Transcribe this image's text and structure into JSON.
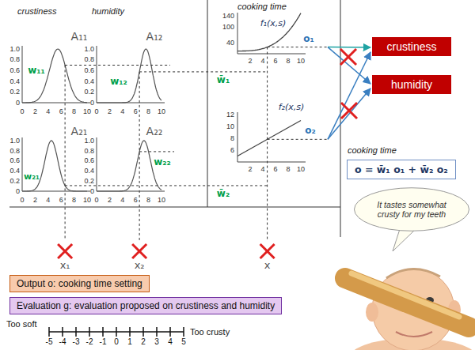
{
  "diagram": {
    "nodes": [
      {
        "text": [
          "crustiness"
        ]
      },
      {
        "text": [
          "humidity"
        ]
      },
      {
        "text": [
          "cooking time",
          "o = w̄₁ o₁ + w̄₂ o₂"
        ]
      },
      {
        "text": [
          "It tastes somewhat crusty for my teeth"
        ]
      },
      {
        "text": [
          "Output o: cooking time setting"
        ]
      },
      {
        "text": [
          "Evaluation g: evaluation proposed on crustiness and humidity"
        ]
      }
    ],
    "labels": [
      "crustiness",
      "humidity",
      "cooking time",
      "A₁₁",
      "A₁₂",
      "1.0",
      "0.8",
      "0.6",
      "0.4",
      "0.2",
      "0",
      "0",
      "2",
      "4",
      "6",
      "8",
      "10",
      "1.0",
      "0.8",
      "0.6",
      "0.4",
      "0.2",
      "0",
      "0",
      "2",
      "4",
      "6",
      "8",
      "10",
      "140",
      "100",
      "40",
      "2",
      "4",
      "6",
      "8",
      "10",
      "f₁(x,s)",
      "o₁",
      "w₁₁",
      "w₁₂",
      "w̄₁",
      "A₂₁",
      "A₂₂",
      "1.0",
      "0.8",
      "0.6",
      "0.4",
      "0.2",
      "0",
      "0",
      "2",
      "4",
      "6",
      "8",
      "10",
      "1.0",
      "0.8",
      "0.6",
      "0.4",
      "0.2",
      "0",
      "0",
      "2",
      "4",
      "6",
      "8",
      "10",
      "12",
      "10",
      "8",
      "6",
      "2",
      "4",
      "6",
      "8",
      "10",
      "f₂(x,s)",
      "o₂",
      "w₂₁",
      "w₂₂",
      "w̄₂",
      "x₁",
      "x₂",
      "x",
      "Too soft",
      "-5",
      "-4",
      "-3",
      "-2",
      "-1",
      "0",
      "1",
      "2",
      "3",
      "4",
      "5",
      "Too crusty"
    ]
  }
}
